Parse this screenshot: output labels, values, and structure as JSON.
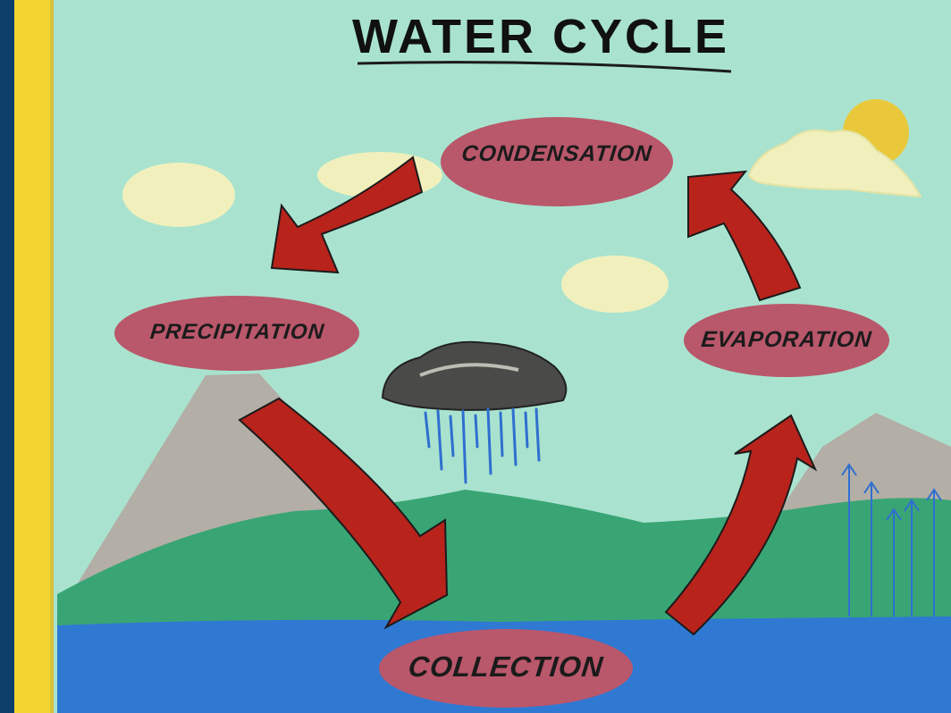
{
  "title": "WATER CYCLE",
  "stages": {
    "condensation": "CONDENSATION",
    "precipitation": "PRECIPITATION",
    "evaporation": "EVAPORATION",
    "collection": "COLLECTION"
  },
  "colors": {
    "sky": "#a9e3cf",
    "frame_yellow": "#f2d530",
    "frame_blue": "#0d3f6a",
    "oval": "#b9576b",
    "arrow": "#b8231c",
    "hill": "#39a575",
    "water": "#2f79d3",
    "mountain": "#b3aea6",
    "cloud": "#f1f0bd",
    "sun": "#e9c93b",
    "rain_cloud": "#4a4a48",
    "rain": "#2f6fd0"
  }
}
